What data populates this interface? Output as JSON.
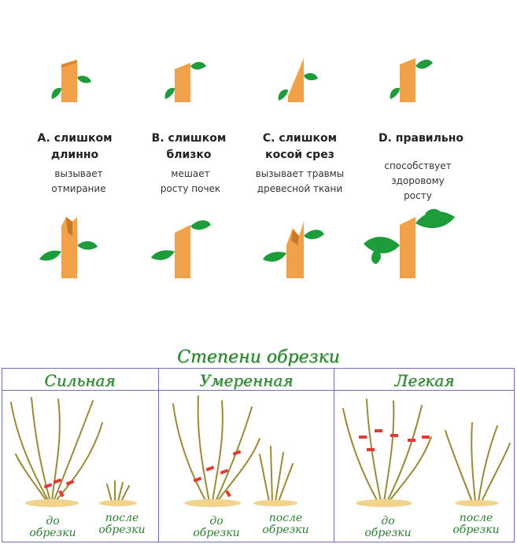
{
  "cuts": [
    {
      "title": "A. слишком\nдлинно",
      "desc": "вызывает\nотмирание"
    },
    {
      "title": "B. слишком\nблизко",
      "desc": "мешает\nросту почек"
    },
    {
      "title": "C. слишком\nкосой срез",
      "desc": "вызывает травмы\nдревесной ткани"
    },
    {
      "title": "D. правильно",
      "desc": "способствует\nздоровому\nросту"
    }
  ],
  "degrees": {
    "title": "Степени обрезки",
    "columns": [
      {
        "name": "Сильная",
        "before": "до\nобрезки",
        "after": "после\nобрезки"
      },
      {
        "name": "Умеренная",
        "before": "до\nобрезки",
        "after": "после\nобрезки"
      },
      {
        "name": "Легкая",
        "before": "до\nобрезки",
        "after": "после\nобрезки"
      }
    ]
  },
  "colors": {
    "stem": "#f0a14a",
    "leaf": "#1e9b3a",
    "cut_mark": "#e53935",
    "title_green": "#2e7d32",
    "border": "#6a6fb8"
  }
}
